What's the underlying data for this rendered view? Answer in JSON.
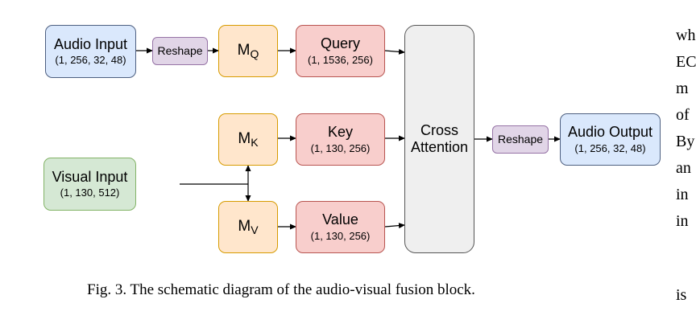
{
  "nodes": {
    "audio_input": {
      "label": "Audio Input",
      "shape": "(1, 256, 32, 48)"
    },
    "reshape_in": {
      "label": "Reshape"
    },
    "mq": {
      "base": "M",
      "sub": "Q"
    },
    "query": {
      "label": "Query",
      "shape": "(1, 1536, 256)"
    },
    "mk": {
      "base": "M",
      "sub": "K"
    },
    "key": {
      "label": "Key",
      "shape": "(1, 130, 256)"
    },
    "visual_input": {
      "label": "Visual Input",
      "shape": "(1, 130, 512)"
    },
    "mv": {
      "base": "M",
      "sub": "V"
    },
    "value": {
      "label": "Value",
      "shape": "(1, 130, 256)"
    },
    "cross_attention": {
      "line1": "Cross",
      "line2": "Attention"
    },
    "reshape_out": {
      "label": "Reshape"
    },
    "audio_output": {
      "label": "Audio Output",
      "shape": "(1, 256, 32, 48)"
    }
  },
  "caption": "Fig. 3.  The schematic diagram of the audio-visual fusion block.",
  "side_text": [
    "wh",
    "EC",
    "m",
    "of",
    "By",
    "an",
    "in",
    "in",
    "is"
  ],
  "colors": {
    "audio": "#dae8fc",
    "visual": "#d5e8d4",
    "reshape": "#e1d5e7",
    "projection": "#ffe6cc",
    "qkv": "#f8cecc",
    "attention": "#efefef"
  }
}
